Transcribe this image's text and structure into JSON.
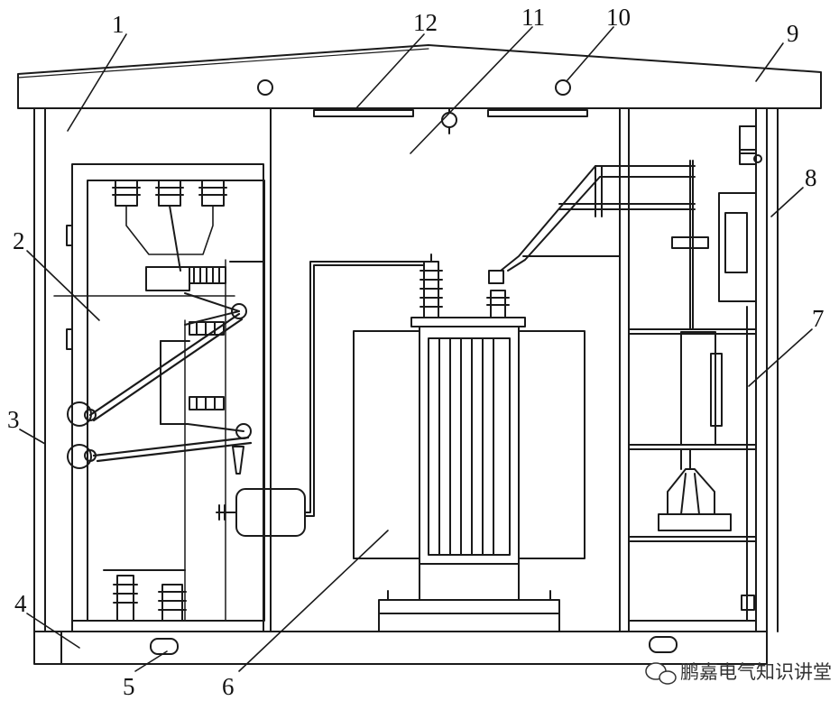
{
  "figure": {
    "callouts": [
      "1",
      "2",
      "3",
      "4",
      "5",
      "6",
      "7",
      "8",
      "9",
      "10",
      "11",
      "12"
    ],
    "watermark": "鹏嘉电气知识讲堂"
  },
  "colors": {
    "ink": "#1a1a1a",
    "paper": "#ffffff"
  }
}
